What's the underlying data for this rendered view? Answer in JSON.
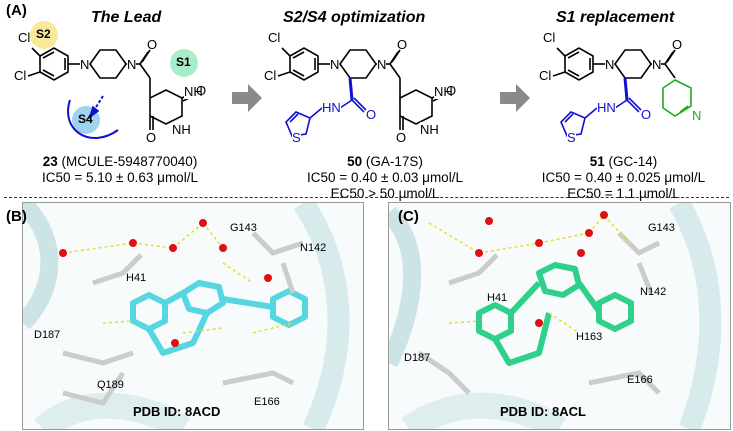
{
  "panel_a": {
    "label": "(A)",
    "titles": {
      "lead": "The Lead",
      "s2s4": "S2/S4 optimization",
      "s1": "S1 replacement"
    },
    "pocket_labels": {
      "s2": "S2",
      "s1": "S1",
      "s4": "S4"
    },
    "atoms": {
      "cl": "Cl",
      "n": "N",
      "o": "O",
      "hn": "HN",
      "nh": "NH",
      "s": "S"
    },
    "compound_23": {
      "number": "23",
      "name": "(MCULE-5948770040)",
      "ic50": "IC50 = 5.10 ± 0.63 μmol/L"
    },
    "compound_50": {
      "number": "50",
      "name": "(GA-17S)",
      "ic50": "IC50 = 0.40 ± 0.03 μmol/L",
      "ec50": "EC50 > 50 μmol/L"
    },
    "compound_51": {
      "number": "51",
      "name": "(GC-14)",
      "ic50": "IC50 = 0.40 ± 0.025 μmol/L",
      "ec50": "EC50 = 1.1 μmol/L"
    }
  },
  "panel_b": {
    "label": "(B)",
    "residues": {
      "g143": "G143",
      "n142": "N142",
      "h41": "H41",
      "d187": "D187",
      "q189": "Q189",
      "e166": "E166"
    },
    "pdb": "PDB ID: 8ACD"
  },
  "panel_c": {
    "label": "(C)",
    "residues": {
      "g143": "G143",
      "n142": "N142",
      "h41": "H41",
      "h163": "H163",
      "d187": "D187",
      "e166": "E166"
    },
    "pdb": "PDB ID: 8ACL"
  },
  "colors": {
    "blue_substituent": "#1010d0",
    "green_pyridine": "#22aa22",
    "ligand_b": "#55d6e0",
    "ligand_c": "#2fd08a",
    "hbond": "#e8e020",
    "water": "#dd1111"
  }
}
